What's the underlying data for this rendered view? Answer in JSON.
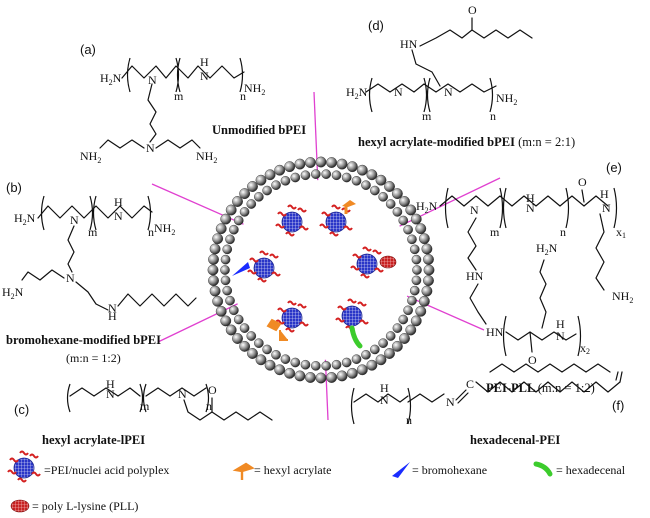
{
  "panels": {
    "a": {
      "tag": "(a)",
      "title": "Unmodified bPEI",
      "atoms": {
        "nh2_left": "H2N",
        "nh2_right": "NH2",
        "nh2_bottom_left": "NH2",
        "nh2_bottom_right": "NH2",
        "n": "N",
        "nh": "H\nN",
        "m": "m",
        "n_sub": "n"
      }
    },
    "b": {
      "tag": "(b)",
      "title": "bromohexane-modified bPEI",
      "ratio": "(m:n = 1:2)"
    },
    "c": {
      "tag": "(c)",
      "title": "hexyl acrylate-lPEI"
    },
    "d": {
      "tag": "(d)",
      "title": "hexyl acrylate-modified bPEI",
      "ratio": "(m:n = 2:1)"
    },
    "e": {
      "tag": "(e)",
      "title": "PEI-PLL",
      "ratio": "(m:n = 1:2)"
    },
    "f": {
      "tag": "(f)",
      "title": "hexadecenal-PEI"
    }
  },
  "chem_text": {
    "H2N": "H2N",
    "NH2": "NH2",
    "N": "N",
    "H": "H",
    "O": "O",
    "C": "C",
    "m": "m",
    "n": "n",
    "x1": "x1",
    "x2": "x2",
    "HN": "HN",
    "NH": "NH"
  },
  "legend": {
    "polyplex": "=PEI/nuclei acid polyplex",
    "hexyl_acrylate": "= hexyl acrylate",
    "bromohexane": "= bromohexane",
    "hexadecenal": "= hexadecenal",
    "pll": "= poly L-lysine (PLL)"
  },
  "colors": {
    "divider": "#e040d0",
    "polyplex_blue": "#2030c0",
    "polyplex_red": "#d42020",
    "hexyl_acrylate": "#f08a24",
    "bromohexane": "#1a2cff",
    "hexadecenal": "#3ccc2c",
    "pll": "#c82222"
  }
}
